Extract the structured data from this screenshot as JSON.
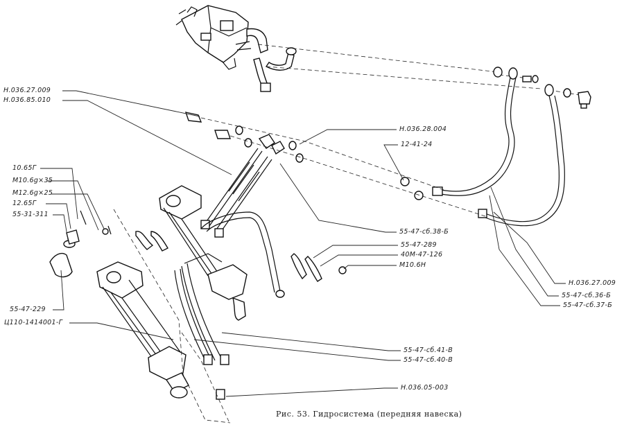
{
  "caption": "Рис. 53. Гидросистема (передняя навеска)",
  "labels": {
    "h03627009_left": "Н.036.27.009",
    "h03685010": "Н.036.85.010",
    "l1065g": "10.65Г",
    "m106g35": "М10.6g×35",
    "m126g25": "М12.6g×25",
    "l1265g": "12.65Г",
    "l5531311": "55-31-311",
    "l5547229": "55-47-229",
    "c1101414001": "Ц110-1414001-Г",
    "h03628004": "Н.036.28.004",
    "l124124": "12-41-24",
    "sb38b": "55-47-сб.38-Б",
    "l5547289": "55-47-289",
    "l40m47126": "40М-47-126",
    "m106h": "М10.6Н",
    "h03627009_right": "Н.036.27.009",
    "sb36b": "55-47-сб.36-Б",
    "sb37b": "55-47-сб.37-Б",
    "sb41v": "55-47-сб.41-В",
    "sb40v": "55-47-сб.40-В",
    "h03605003": "Н.036.05-003"
  }
}
